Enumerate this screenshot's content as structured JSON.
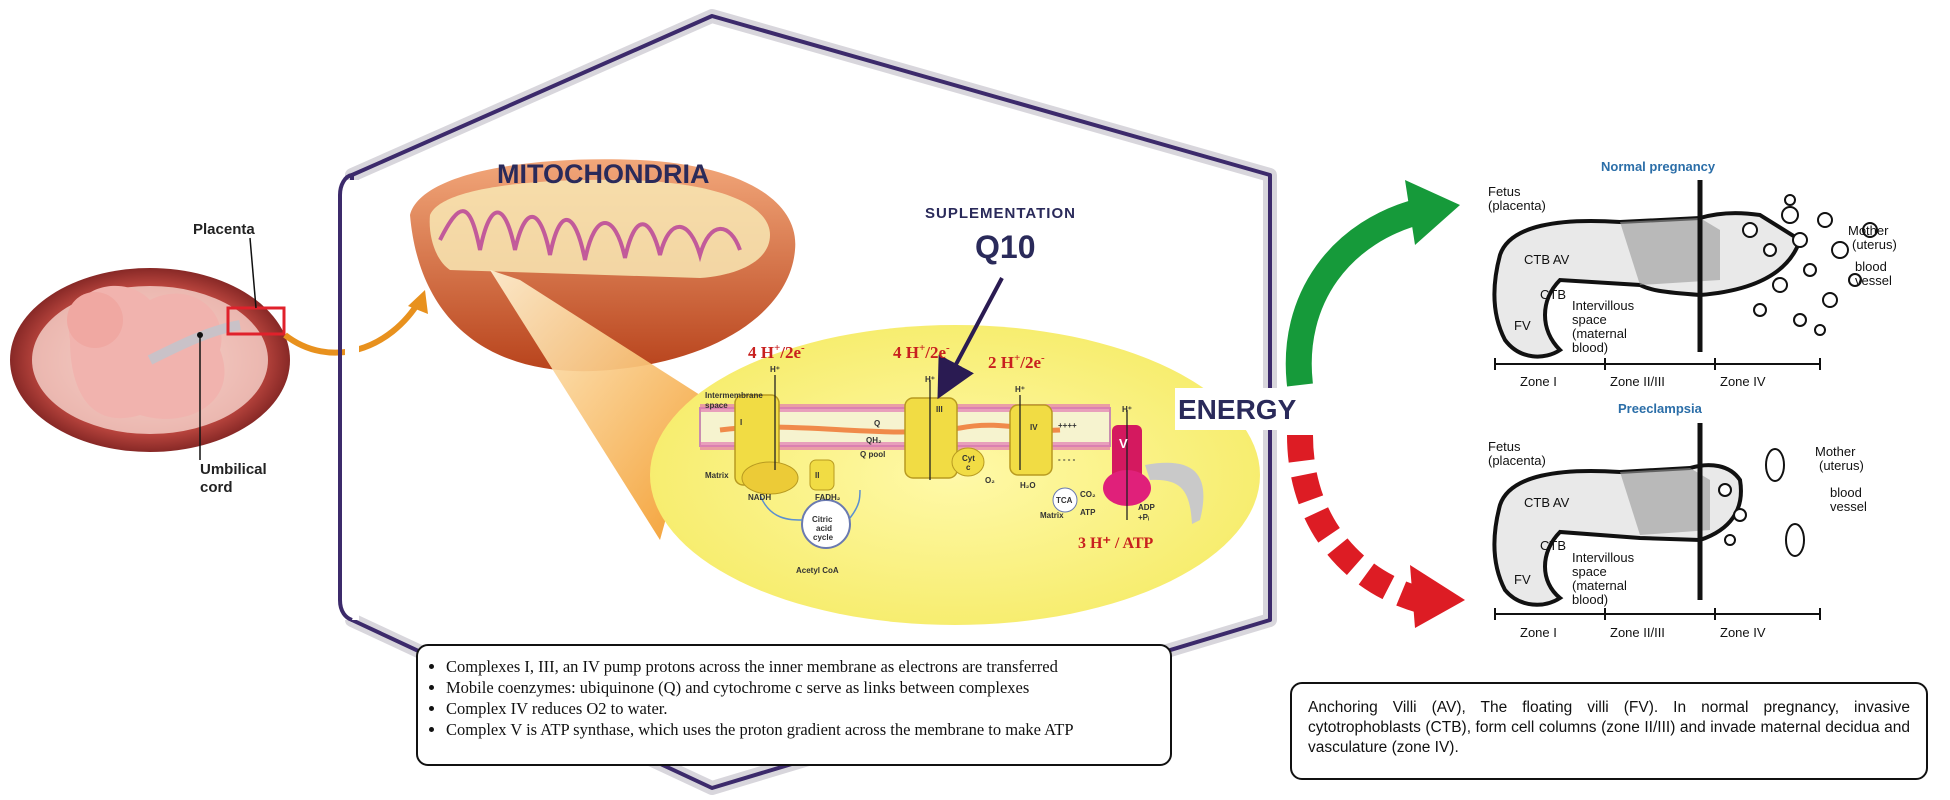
{
  "fetus": {
    "placenta_label": "Placenta",
    "cord_label_1": "Umbilical",
    "cord_label_2": "cord"
  },
  "mito": {
    "title": "MITOCHONDRIA",
    "supplement_line1": "SUPLEMENTATION",
    "supplement_line2": "Q10",
    "energy_label": "ENERGY",
    "protons_c1": "4 H",
    "protons_c3": "4 H",
    "protons_c4": "2 H",
    "protons_suffix": "/2e",
    "atp_ratio": "3 H⁺ / ATP",
    "labels": {
      "intermembrane": "Intermembrane",
      "space": "space",
      "matrix": "Matrix",
      "matrix2": "Matrix",
      "nadh": "NADH",
      "fadh": "FADH₂",
      "qh2": "QH₂",
      "qpool": "Q pool",
      "q": "Q",
      "cytc1": "Cyt",
      "cytc2": "c",
      "o2": "O₂",
      "h2o": "H₂O",
      "tca": "TCA",
      "co2": "CO₂",
      "atp": "ATP",
      "adp": "ADP",
      "pi": "+Pᵢ",
      "citric1": "Citric",
      "citric2": "acid",
      "citric3": "cycle",
      "acetyl": "Acetyl CoA",
      "c1": "I",
      "c2": "II",
      "c3": "III",
      "c4": "IV",
      "c5": "V",
      "hplus": "H⁺",
      "plus": "++++",
      "minus": "- - - -"
    }
  },
  "placenta": {
    "normal_title": "Normal pregnancy",
    "pre_title": "Preeclampsia",
    "fetus1": "Fetus",
    "fetus2": "(placenta)",
    "mother1": "Mother",
    "mother2": "(uterus)",
    "blood1": "blood",
    "blood2": "vessel",
    "ctb_av": "CTB AV",
    "ctb": "CTB",
    "fv": "FV",
    "iv1": "Intervillous",
    "iv2": "space",
    "iv3": "(maternal",
    "iv4": "blood)",
    "zone1": "Zone I",
    "zone23": "Zone II/III",
    "zone4": "Zone IV"
  },
  "notes": [
    "Complexes I, III, an IV pump protons across the inner membrane as electrons are transferred",
    "Mobile coenzymes: ubiquinone (Q) and cytochrome c serve as links between complexes",
    "Complex IV reduces O2 to water.",
    "Complex V is ATP synthase, which uses the proton gradient across the membrane to make ATP"
  ],
  "caption": "Anchoring Villi (AV), The floating villi (FV). In normal pregnancy, invasive cytotrophoblasts (CTB), form cell columns (zone II/III) and invade maternal decidua and vasculature (zone IV).",
  "colors": {
    "frame": "#3c2a6b",
    "green": "#169a3a",
    "red": "#dd1c24",
    "orange": "#e8911e",
    "proton_red": "#c8201f",
    "title_navy": "#2a2a5a",
    "blue_title": "#2b6ea8"
  }
}
